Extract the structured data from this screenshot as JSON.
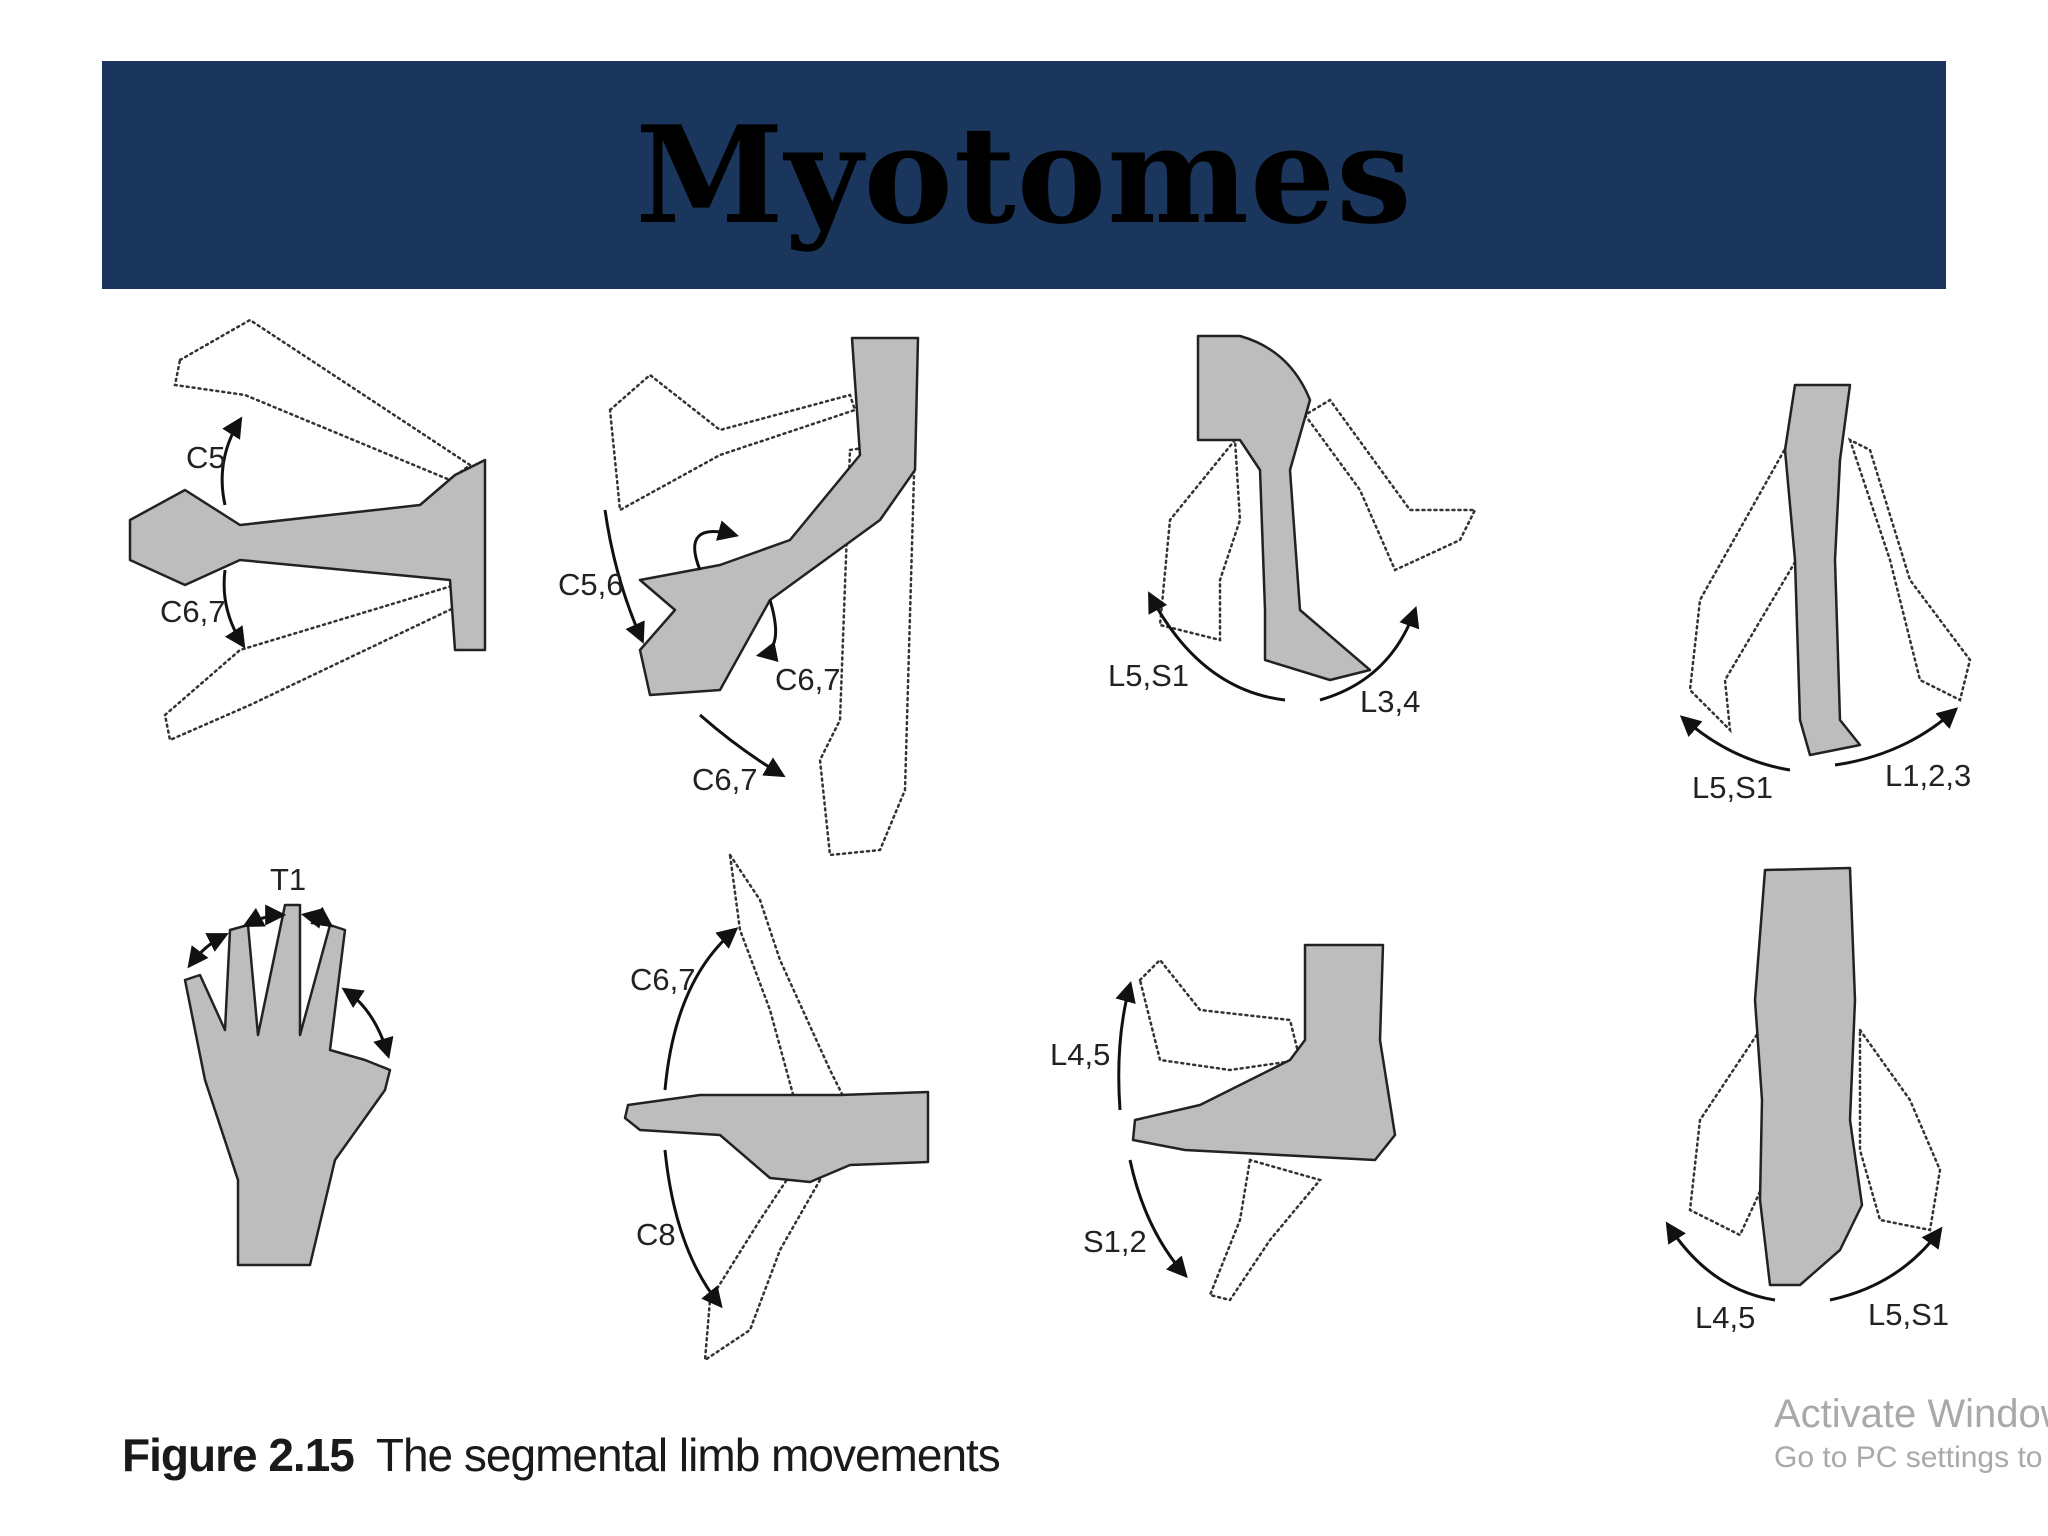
{
  "slide": {
    "title": "Myotomes"
  },
  "figure": {
    "caption_number": "Figure 2.15",
    "caption_text": "The segmental limb movements",
    "labels": {
      "shoulder_up": "C5",
      "shoulder_down": "C6,7",
      "elbow_flex": "C5,6",
      "elbow_rot": "C6,7",
      "elbow_ext": "C6,7",
      "hip_flex": "L1,2,3",
      "hip_ext": "L5,S1",
      "knee_flex": "L5,S1",
      "knee_ext": "L3,4",
      "fingers": "T1",
      "wrist_ext": "C6,7",
      "wrist_flex": "C8",
      "ankle_dorsi": "L4,5",
      "ankle_plantar": "S1,2",
      "foot_inv": "L4,5",
      "foot_ev": "L5,S1"
    }
  },
  "watermark": {
    "line1": "Activate Windows",
    "line2": "Go to PC settings to activate Windows."
  },
  "colors": {
    "title_bar": "#1b365d",
    "limb_fill": "#bdbdbd"
  }
}
